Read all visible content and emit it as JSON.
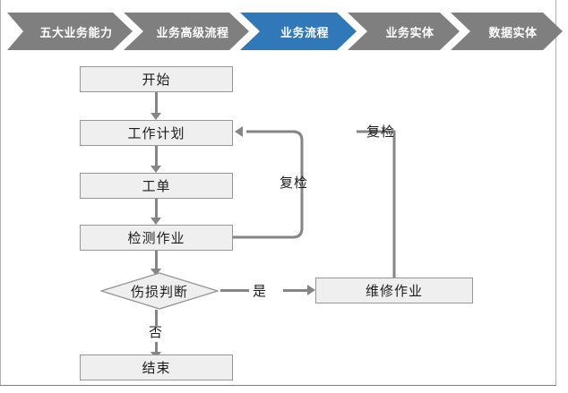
{
  "breadcrumb": {
    "items": [
      {
        "label": "五大业务能力",
        "state": "inactive"
      },
      {
        "label": "业务高级流程",
        "state": "inactive"
      },
      {
        "label": "业务流程",
        "state": "active"
      },
      {
        "label": "业务实体",
        "state": "inactive"
      },
      {
        "label": "数据实体",
        "state": "inactive"
      }
    ],
    "active_color": "#3178b8",
    "inactive_color": "#7f7f7f",
    "text_color": "#ffffff"
  },
  "flowchart": {
    "node_fill": "#efefef",
    "node_border": "#969696",
    "connector_color": "#858585",
    "nodes": [
      {
        "id": "start",
        "label": "开始",
        "shape": "rect"
      },
      {
        "id": "work-plan",
        "label": "工作计划",
        "shape": "rect"
      },
      {
        "id": "work-order",
        "label": "工单",
        "shape": "rect"
      },
      {
        "id": "inspection",
        "label": "检测作业",
        "shape": "rect"
      },
      {
        "id": "judgement",
        "label": "伤损判断",
        "shape": "diamond"
      },
      {
        "id": "repair",
        "label": "维修作业",
        "shape": "rect"
      },
      {
        "id": "end",
        "label": "结束",
        "shape": "rect"
      }
    ],
    "edge_labels": {
      "yes": "是",
      "no": "否",
      "recheck_inner": "复检",
      "recheck_outer": "复检"
    }
  }
}
